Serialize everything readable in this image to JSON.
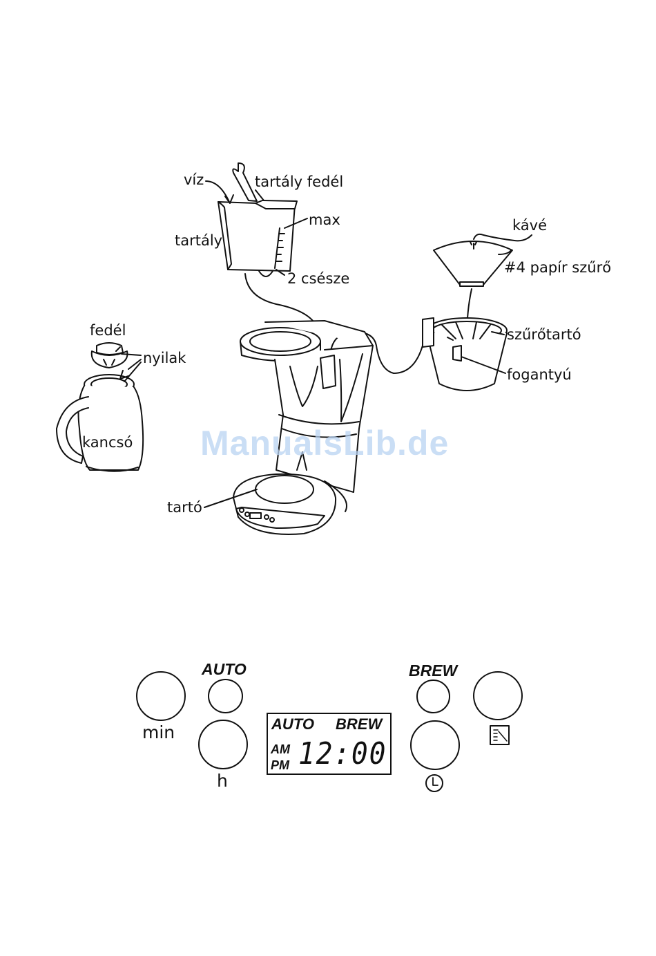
{
  "diagram": {
    "labels": {
      "viz": "víz",
      "tartaly_fedel": "tartály fedél",
      "max": "max",
      "tartaly": "tartály",
      "ket_csesze": "2 csésze",
      "kave": "kávé",
      "papir_szuro": "#4 papír szűrő",
      "szurotarto": "szűrőtartó",
      "fogantyu": "fogantyú",
      "fedel": "fedél",
      "nyilak": "nyilak",
      "kancso": "kancsó",
      "tarto": "tartó"
    }
  },
  "control_panel": {
    "auto_label": "AUTO",
    "brew_label": "BREW",
    "min_label": "min",
    "h_label": "h",
    "display": {
      "auto": "AUTO",
      "brew": "BREW",
      "am": "AM",
      "pm": "PM",
      "time": "12:00"
    },
    "icons": [
      "clock-icon",
      "strength-icon"
    ]
  },
  "watermark": "ManualsLib.de"
}
